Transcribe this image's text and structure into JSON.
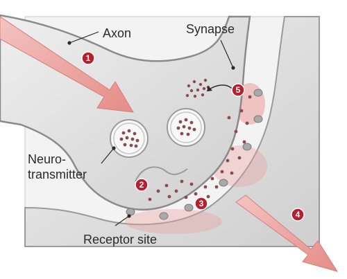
{
  "labels": {
    "axon": "Axon",
    "synapse": "Synapse",
    "neurotransmitter_line1": "Neuro-",
    "neurotransmitter_line2": "transmitter",
    "receptor_site": "Receptor site"
  },
  "steps": [
    "1",
    "2",
    "3",
    "4",
    "5"
  ],
  "colors": {
    "step_marker": "#b5202e",
    "arrow": "#e9a3a0",
    "cleft_glow": "#ea9b98",
    "membrane": "#9a9a9a",
    "cell_fill": "#e3e3e3",
    "vesicle_dot": "#8a4a52"
  }
}
